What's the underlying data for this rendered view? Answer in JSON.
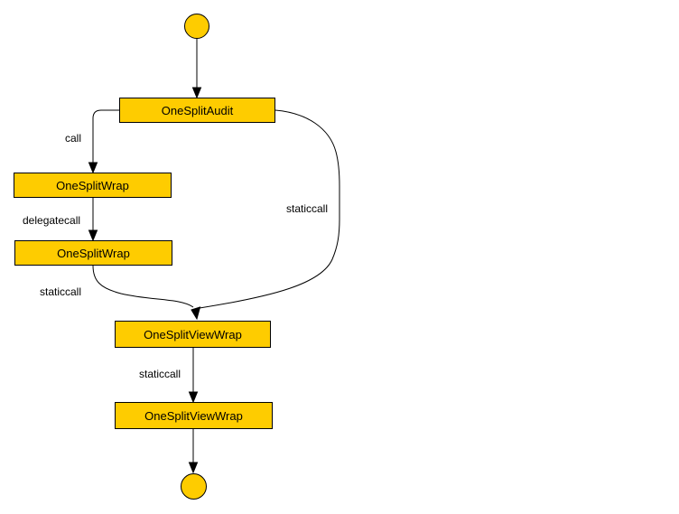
{
  "colors": {
    "background": "#ffffff",
    "node_fill": "#fecc00",
    "node_stroke": "#000000",
    "edge_stroke": "#000000",
    "label_text": "#000000"
  },
  "diagram": {
    "type": "call-graph-flowchart",
    "nodes": [
      {
        "id": "start",
        "type": "circle",
        "label": ""
      },
      {
        "id": "OneSplitAudit",
        "type": "box",
        "label": "OneSplitAudit"
      },
      {
        "id": "OneSplitWrap_1",
        "type": "box",
        "label": "OneSplitWrap"
      },
      {
        "id": "OneSplitWrap_2",
        "type": "box",
        "label": "OneSplitWrap"
      },
      {
        "id": "OneSplitViewWrap_1",
        "type": "box",
        "label": "OneSplitViewWrap"
      },
      {
        "id": "OneSplitViewWrap_2",
        "type": "box",
        "label": "OneSplitViewWrap"
      },
      {
        "id": "end",
        "type": "circle",
        "label": ""
      }
    ],
    "edges": [
      {
        "from": "start",
        "to": "OneSplitAudit",
        "label": ""
      },
      {
        "from": "OneSplitAudit",
        "to": "OneSplitWrap_1",
        "label": "call"
      },
      {
        "from": "OneSplitWrap_1",
        "to": "OneSplitWrap_2",
        "label": "delegatecall"
      },
      {
        "from": "OneSplitWrap_2",
        "to": "OneSplitViewWrap_1",
        "label": "staticcall"
      },
      {
        "from": "OneSplitAudit",
        "to": "OneSplitViewWrap_1",
        "label": "staticcall"
      },
      {
        "from": "OneSplitViewWrap_1",
        "to": "OneSplitViewWrap_2",
        "label": "staticcall"
      },
      {
        "from": "OneSplitViewWrap_2",
        "to": "end",
        "label": ""
      }
    ]
  }
}
